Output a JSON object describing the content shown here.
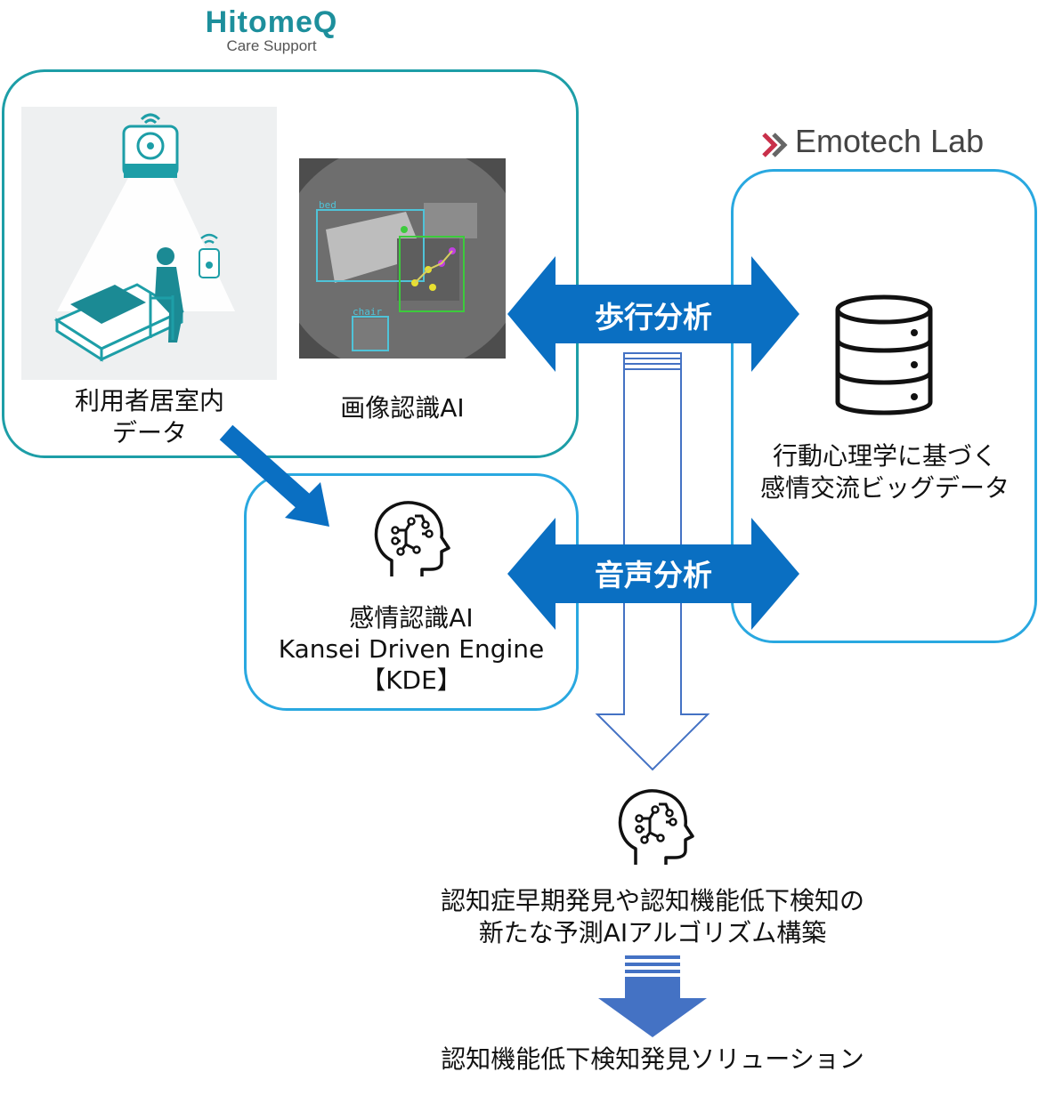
{
  "logos": {
    "hitomeq_name": "HitomeQ",
    "hitomeq_tagline": "Care Support",
    "emotech": "Emotech Lab"
  },
  "left_panel": {
    "resident_room_label_line1": "利用者居室内",
    "resident_room_label_line2": "データ",
    "image_ai_label": "画像認識AI",
    "camera_tags": [
      "bed",
      "chair"
    ]
  },
  "kde_box": {
    "line1": "感情認識AI",
    "line2": "Kansei Driven Engine",
    "line3": "【KDE】"
  },
  "right_panel": {
    "line1": "行動心理学に基づく",
    "line2": "感情交流ビッグデータ"
  },
  "arrows": {
    "gait_analysis": "歩行分析",
    "voice_analysis": "音声分析"
  },
  "result": {
    "line1": "認知症早期発見や認知機能低下検知の",
    "line2": "新たな予測AIアルゴリズム構築",
    "solution": "認知機能低下検知発見ソリューション"
  },
  "colors": {
    "teal": "#1d9ea7",
    "light_blue": "#29a8e0",
    "arrow_blue": "#0a6fc2",
    "down_arrow_blue": "#4472c4"
  }
}
